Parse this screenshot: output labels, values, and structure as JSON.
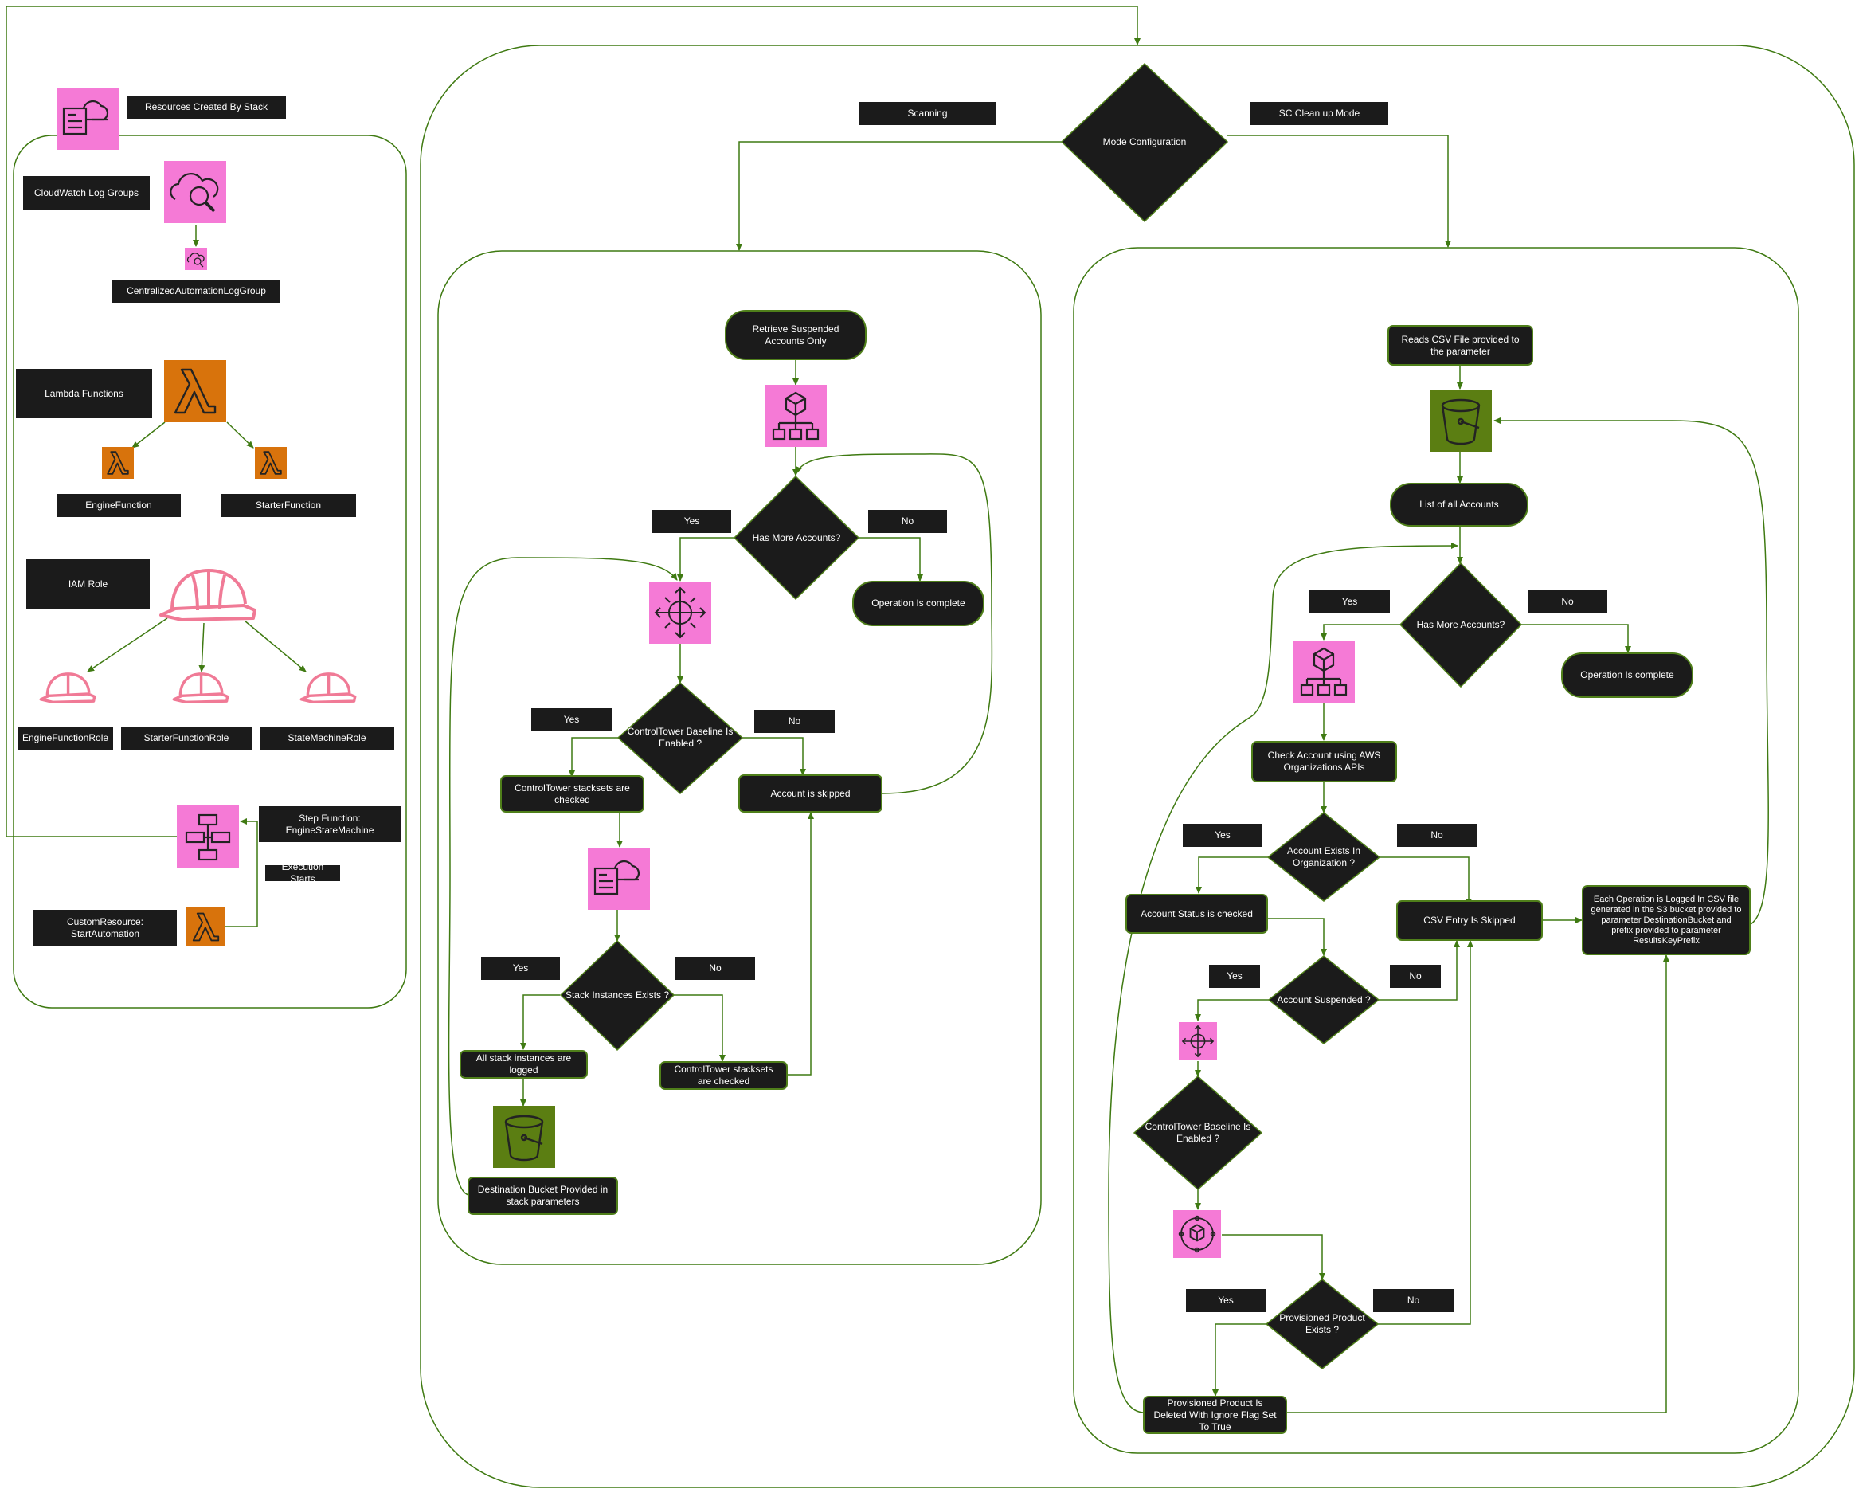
{
  "colors": {
    "pink_icon_bg": "#f57ad6",
    "orange_icon_bg": "#d8730c",
    "green_icon_bg": "#5b7e12",
    "line": "#3f7a12",
    "node_bg": "#1b1b1b",
    "text": "#ffffff"
  },
  "left_panel": {
    "header": "Resources Created By Stack",
    "cloudwatch": {
      "title": "CloudWatch Log Groups",
      "item": "CentralizedAutomationLogGroup"
    },
    "lambda": {
      "title": "Lambda Functions",
      "items": [
        "EngineFunction",
        "StarterFunction"
      ]
    },
    "iam": {
      "title": "IAM Role",
      "items": [
        "EngineFunctionRole",
        "StarterFunctionRole",
        "StateMachineRole"
      ]
    },
    "step_function": "Step Function: EngineStateMachine",
    "execution_starts": "Execution Starts",
    "custom_resource": "CustomResource: StartAutomation"
  },
  "mode": {
    "decision": "Mode Configuration",
    "scanning": "Scanning",
    "cleanup": "SC Clean up Mode"
  },
  "scan": {
    "start": "Retrieve Suspended Accounts Only",
    "more_accounts": "Has More Accounts?",
    "yes": "Yes",
    "no": "No",
    "complete": "Operation Is complete",
    "baseline": "ControlTower Baseline Is Enabled ?",
    "stacksets_checked": "ControlTower stacksets are checked",
    "account_skipped": "Account is skipped",
    "instances_exists": "Stack Instances Exists ?",
    "instances_logged": "All stack instances are logged",
    "stacksets_checked2": "ControlTower stacksets are checked",
    "destination": "Destination Bucket Provided in stack parameters"
  },
  "cleanup": {
    "reads_csv": "Reads CSV File provided to the parameter",
    "list_accounts": "List of all Accounts",
    "more_accounts": "Has More Accounts?",
    "yes": "Yes",
    "no": "No",
    "complete": "Operation Is complete",
    "check_account": "Check Account using AWS Organizations APIs",
    "exists_org": "Account Exists In Organization ?",
    "status_checked": "Account Status is checked",
    "csv_skipped": "CSV Entry Is Skipped",
    "logged_csv": "Each Operation is Logged In CSV file generated in the S3 bucket provided to parameter DestinationBucket and prefix provided to parameter ResultsKeyPrefix",
    "suspended": "Account Suspended ?",
    "baseline": "ControlTower Baseline Is Enabled ?",
    "product_exists": "Provisioned Product Exists ?",
    "product_deleted": "Provisioned Product Is Deleted With Ignore Flag Set To True"
  },
  "icons": [
    "cloudformation-stack-icon",
    "cloudwatch-icon",
    "cloudwatch-log-group-icon",
    "lambda-icon",
    "iam-role-icon",
    "step-functions-icon",
    "organizations-icon",
    "control-tower-icon",
    "s3-bucket-icon",
    "service-catalog-icon"
  ]
}
